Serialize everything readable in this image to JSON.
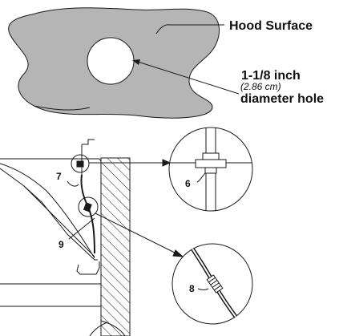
{
  "labels": {
    "hood_surface": "Hood Surface",
    "hole_size": "1-1/8 inch",
    "hole_metric": "(2.86 cm)",
    "hole_caption": "diameter hole"
  },
  "callouts": {
    "part_6": "6",
    "part_7": "7",
    "part_8": "8",
    "part_9": "9"
  },
  "colors": {
    "surface_fill": "#b5b5b5",
    "line": "#1a1a1a",
    "background": "#ffffff"
  }
}
